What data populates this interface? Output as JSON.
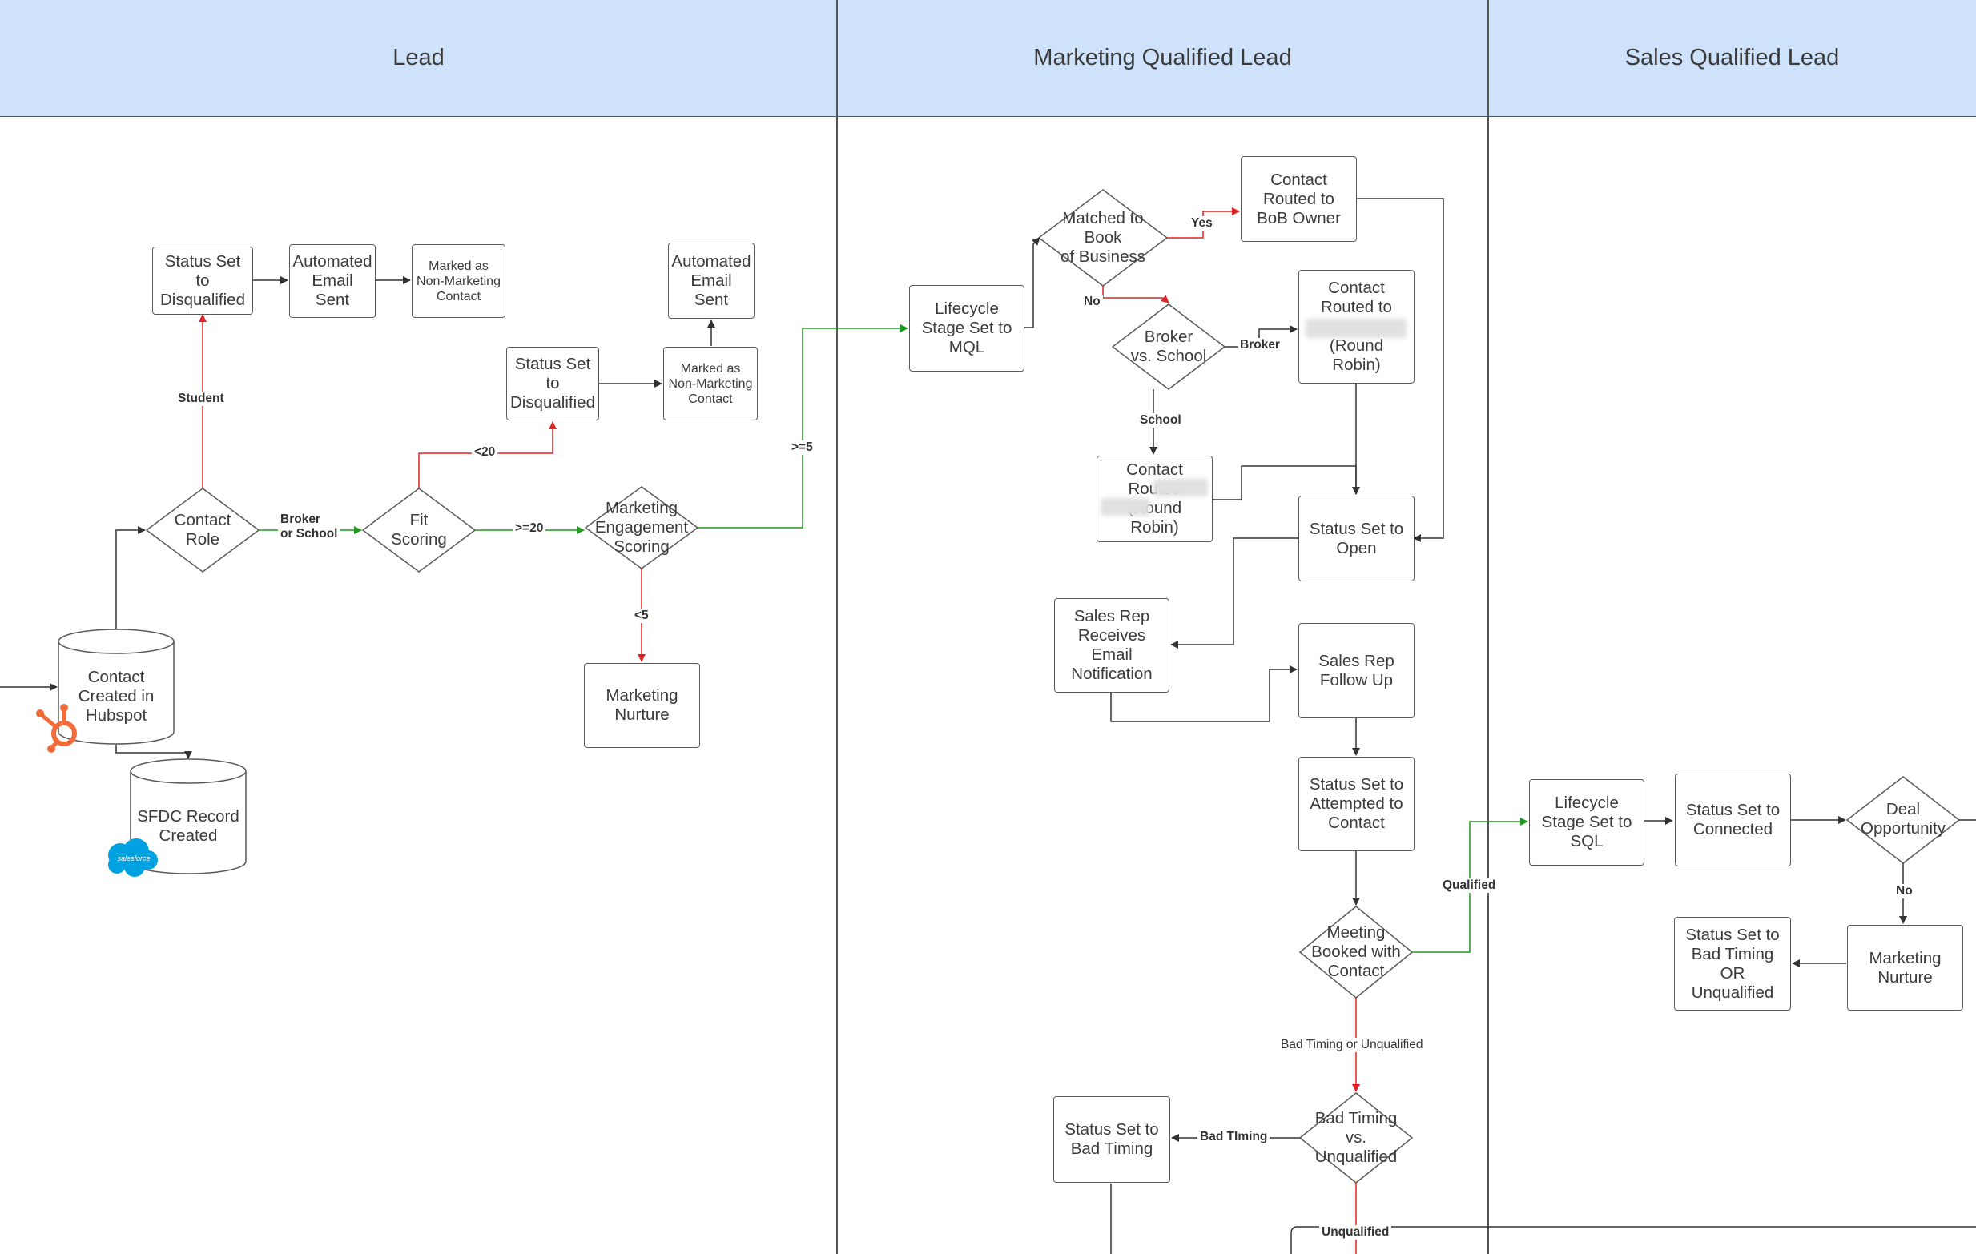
{
  "lanes": [
    {
      "title": "Lead"
    },
    {
      "title": "Marketing Qualified Lead"
    },
    {
      "title": "Sales Qualified Lead"
    }
  ],
  "nodes": {
    "contact_created": "Contact\nCreated in\nHubspot",
    "sfdc_created": "SFDC Record\nCreated",
    "contact_role": "Contact\nRole",
    "status_disq_1": "Status Set\nto\nDisqualified",
    "email_sent_1": "Automated\nEmail\nSent",
    "non_marketing_1": "Marked as\nNon-Marketing\nContact",
    "fit_scoring": "Fit\nScoring",
    "status_disq_2": "Status Set\nto\nDisqualified",
    "non_marketing_2": "Marked as\nNon-Marketing\nContact",
    "email_sent_2": "Automated\nEmail\nSent",
    "engagement_scoring": "Marketing\nEngagement\nScoring",
    "marketing_nurture_1": "Marketing\nNurture",
    "lifecycle_mql": "Lifecycle\nStage Set to\nMQL",
    "matched_bob": "Matched to Book\nof Business",
    "routed_bob": "Contact\nRouted to\nBoB Owner",
    "broker_vs_school": "Broker\nvs. School",
    "routed_broker": "Contact\nRouted to\n\n(Round\nRobin)",
    "routed_school": "Contact\nRouted\n(Round\nRobin)",
    "status_open": "Status Set to\nOpen",
    "rep_notification": "Sales Rep\nReceives\nEmail\nNotification",
    "rep_follow_up": "Sales Rep\nFollow Up",
    "status_attempted": "Status Set to\nAttempted to\nContact",
    "meeting_booked": "Meeting\nBooked with\nContact",
    "bad_vs_unqualified": "Bad Timing\nvs.\nUnqualified",
    "status_bad_timing": "Status Set to\nBad Timing",
    "lifecycle_sql": "Lifecycle\nStage Set to\nSQL",
    "status_connected": "Status Set to\nConnected",
    "deal_opportunity": "Deal\nOpportunity",
    "marketing_nurture_2": "Marketing\nNurture",
    "status_bad_or_unq": "Status Set to\nBad Timing\nOR\nUnqualified"
  },
  "edge_labels": {
    "student": "Student",
    "broker_or_school": "Broker\nor School",
    "lt20": "<20",
    "gte20": ">=20",
    "lt5": "<5",
    "gte5": ">=5",
    "yes": "Yes",
    "no_bob": "No",
    "broker": "Broker",
    "school": "School",
    "qualified": "Qualified",
    "bad_or_unq": "Bad Timing or Unqualified",
    "bad_timing": "Bad TIming",
    "unqualified": "Unqualified",
    "no_deal": "No"
  },
  "logos": {
    "hubspot": "hubspot-logo",
    "salesforce": "salesforce"
  },
  "colors": {
    "header_bg": "#cfe2fb",
    "line_default": "#333333",
    "line_red": "#e02424",
    "line_green": "#1e9a1e"
  }
}
